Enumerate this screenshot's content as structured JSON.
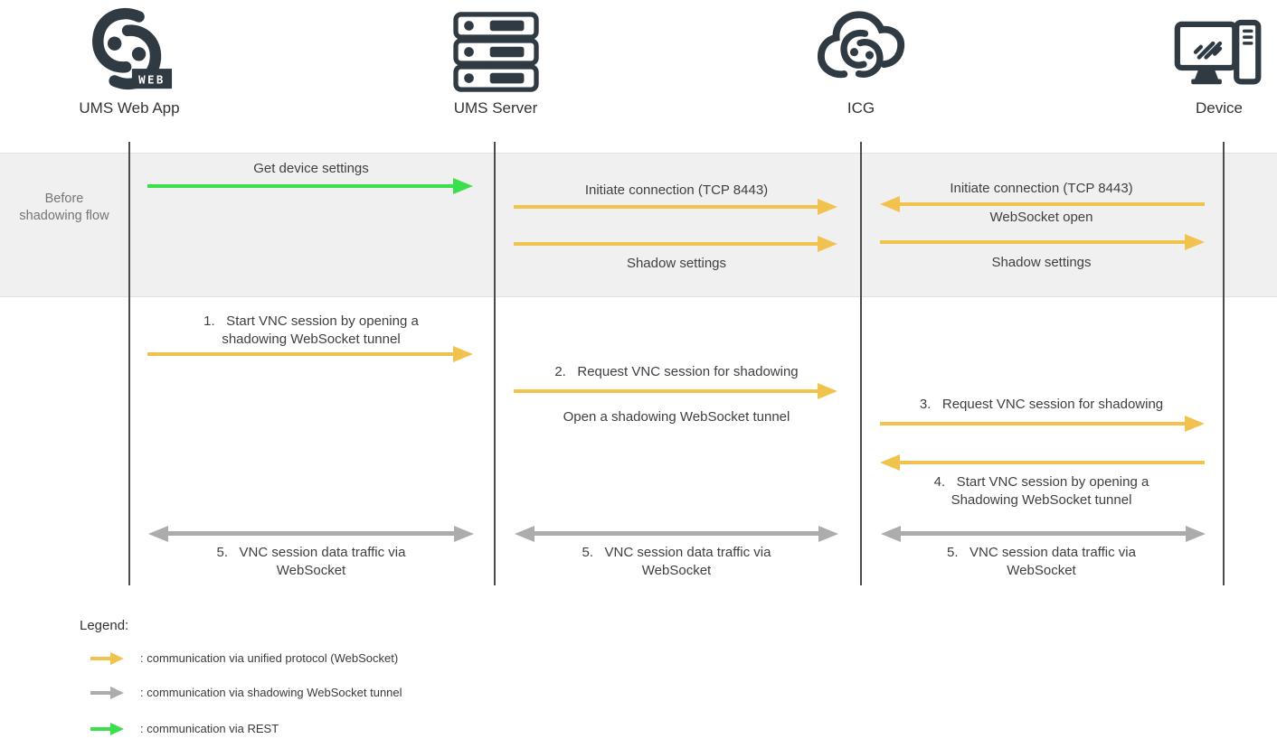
{
  "colors": {
    "unified": "#F2C24F",
    "tunnel": "#ACACAC",
    "rest": "#3BDF4B",
    "icon": "#2F3A43"
  },
  "actors": [
    {
      "label": "UMS Web App"
    },
    {
      "label": "UMS Server"
    },
    {
      "label": "ICG"
    },
    {
      "label": "Device"
    }
  ],
  "web_badge": "WEB",
  "band": {
    "label": "Before shadowing flow"
  },
  "before_flow": {
    "get_device_settings": "Get device settings",
    "initiate_connection_1": "Initiate connection (TCP 8443)",
    "shadow_settings_1": "Shadow settings",
    "initiate_connection_2": "Initiate connection (TCP 8443)",
    "websocket_open": "WebSocket open",
    "shadow_settings_2": "Shadow settings"
  },
  "steps": {
    "s1_line1": "1.   Start VNC session by opening a",
    "s1_line2": "shadowing WebSocket tunnel",
    "s2": "2.   Request VNC session for shadowing",
    "s2_sub": "Open a shadowing WebSocket tunnel",
    "s3": "3.   Request VNC session for shadowing",
    "s4_line1": "4.   Start VNC session by opening a",
    "s4_line2": "Shadowing WebSocket tunnel",
    "s5": [
      {
        "line1": "5.   VNC session data traffic via",
        "line2": "WebSocket"
      },
      {
        "line1": "5.   VNC session data traffic via",
        "line2": "WebSocket"
      },
      {
        "line1": "5.   VNC session data traffic via",
        "line2": "WebSocket"
      }
    ]
  },
  "legend": {
    "title": "Legend:",
    "items": [
      {
        "label": ": communication via unified protocol (WebSocket)"
      },
      {
        "label": ": communication via shadowing WebSocket tunnel"
      },
      {
        "label": ": communication via REST"
      }
    ]
  }
}
